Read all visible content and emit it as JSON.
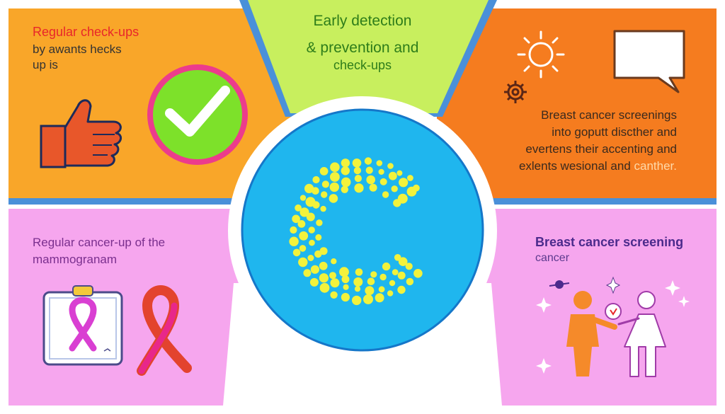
{
  "colors": {
    "orange_panel": "#f9a629",
    "dark_orange_panel": "#f57c1f",
    "lime_panel": "#c8ef5e",
    "pink_panel": "#f6a6ee",
    "blue_circle": "#1fb6ee",
    "yellow_dots": "#f2f23c",
    "divider_blue": "#4a90d9"
  },
  "icons": [
    "thumbs-up-icon",
    "check-circle-icon",
    "sun-icon",
    "speech-bubble-icon",
    "gear-icon",
    "clipboard-icon",
    "awareness-ribbon-icon",
    "people-icon",
    "sparkle-icon"
  ],
  "panels": {
    "top_left": {
      "title": "Regular check-ups",
      "line1": "by awants hecks",
      "line2": "up is"
    },
    "top_center": {
      "line1": "Early detection",
      "line2": "& prevention and",
      "line3": "check-ups"
    },
    "top_right": {
      "line1": "Breast cancer screenings",
      "line2": "into goputt discther and",
      "line3": "evertens their accenting and",
      "line4_prefix": "exlents wesional and ",
      "line4_highlight": "canther."
    },
    "bottom_left": {
      "line1": "Regular cancer-up of the",
      "line2": "mammogranam"
    },
    "bottom_right": {
      "title": "Breast cancer screening",
      "subtitle": "cancer"
    }
  }
}
